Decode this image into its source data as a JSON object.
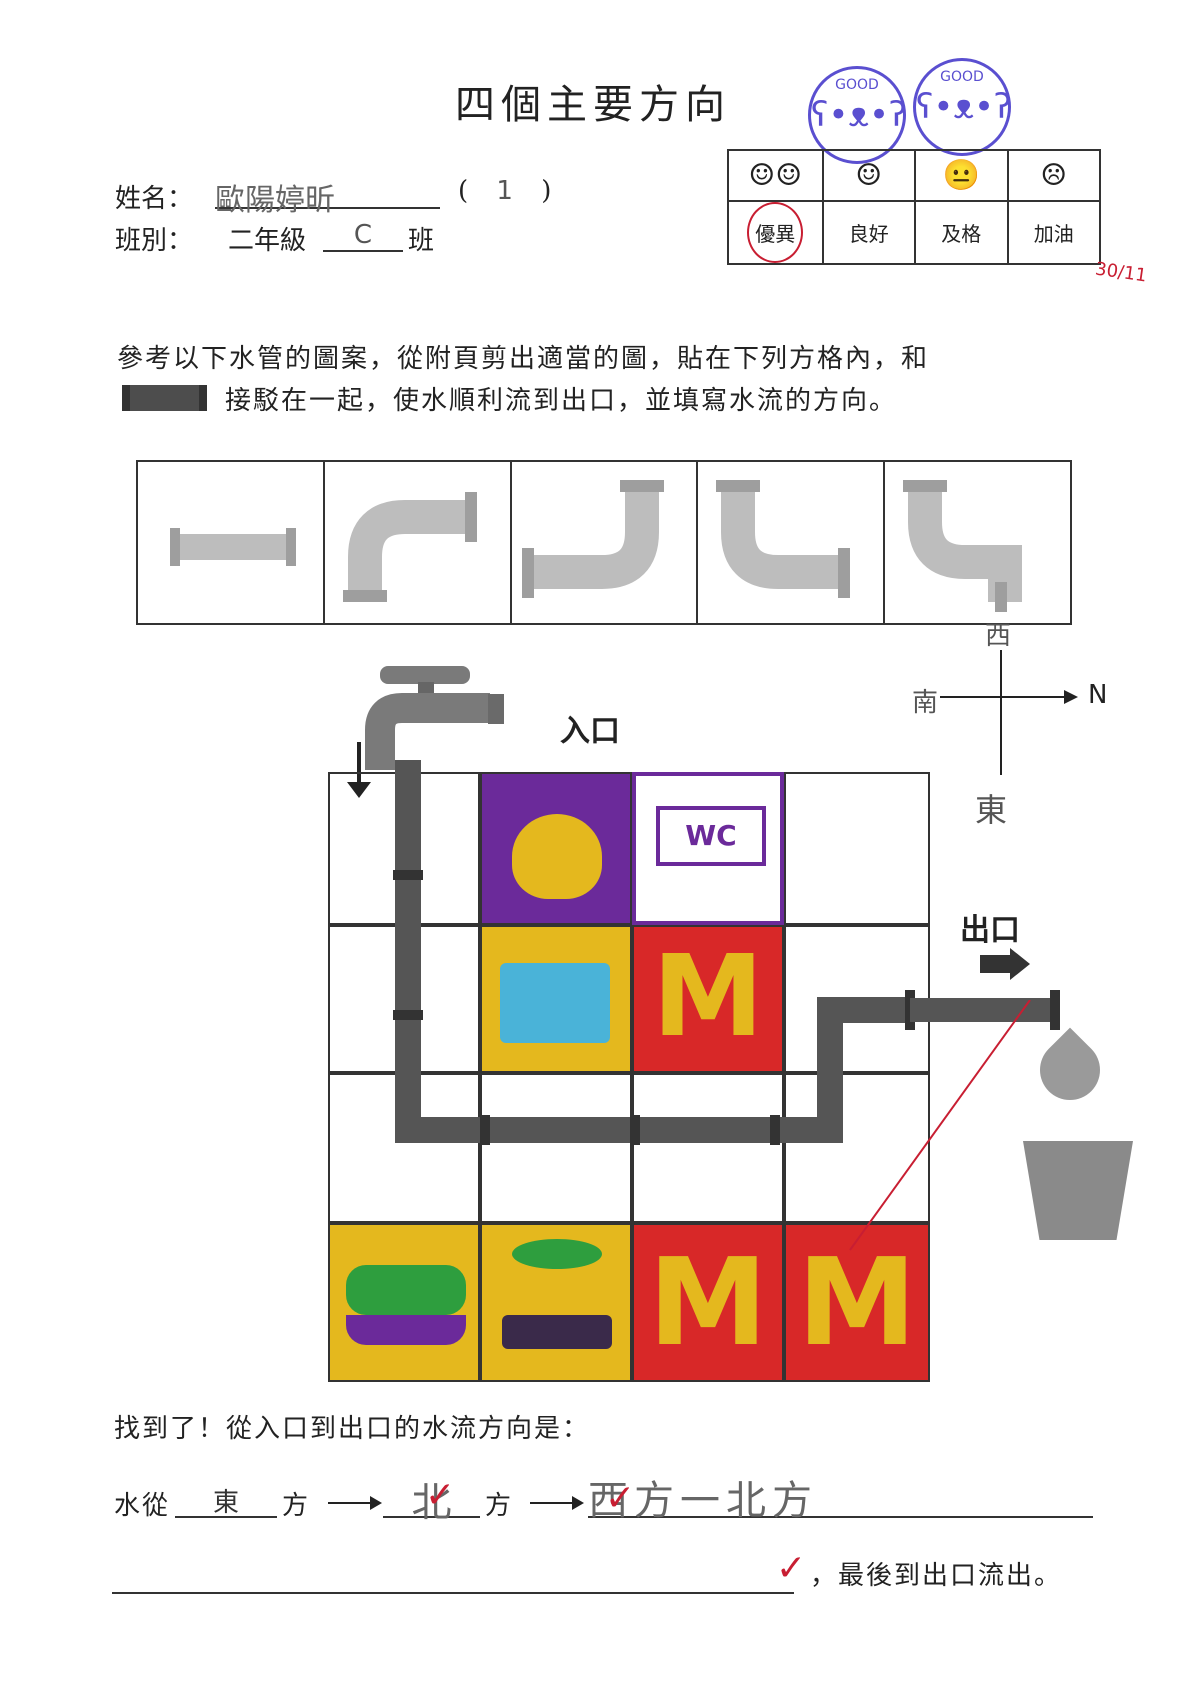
{
  "title": "四個主要方向",
  "name_label": "姓名：",
  "name_value": "歐陽婷昕",
  "class_no": "1",
  "class_label": "班別：",
  "grade": "二年級",
  "class_letter": "C",
  "class_suffix": "班",
  "stamps": [
    "GOOD",
    "GOOD"
  ],
  "rating": {
    "faces": [
      "☺☺",
      "☺",
      "😐",
      "☹"
    ],
    "labels": [
      "優異",
      "良好",
      "及格",
      "加油"
    ]
  },
  "date_mark": "30/11",
  "instruction_line1": "參考以下水管的圖案，從附頁剪出適當的圖，貼在下列方格內，和",
  "instruction_line2": "接駁在一起，使水順利流到出口，並填寫水流的方向。",
  "entrance_label": "入口",
  "exit_label": "出口",
  "compass": {
    "n": "N",
    "west": "西",
    "south": "南",
    "east": "東"
  },
  "tiles": {
    "wc": "WC",
    "m": "M"
  },
  "found_text": "找到了！從入口到出口的水流方向是：",
  "answer": {
    "prefix": "水從",
    "first": "東",
    "word_fang": "方",
    "second": "北",
    "third": "西方一北方",
    "ending": "，最後到出口流出。"
  },
  "colors": {
    "stamp": "#5a4fd0",
    "red_pen": "#c81e32",
    "purple": "#6b2a9a",
    "yellow": "#e4b81e",
    "red": "#d82828",
    "pipe": "#555555"
  }
}
